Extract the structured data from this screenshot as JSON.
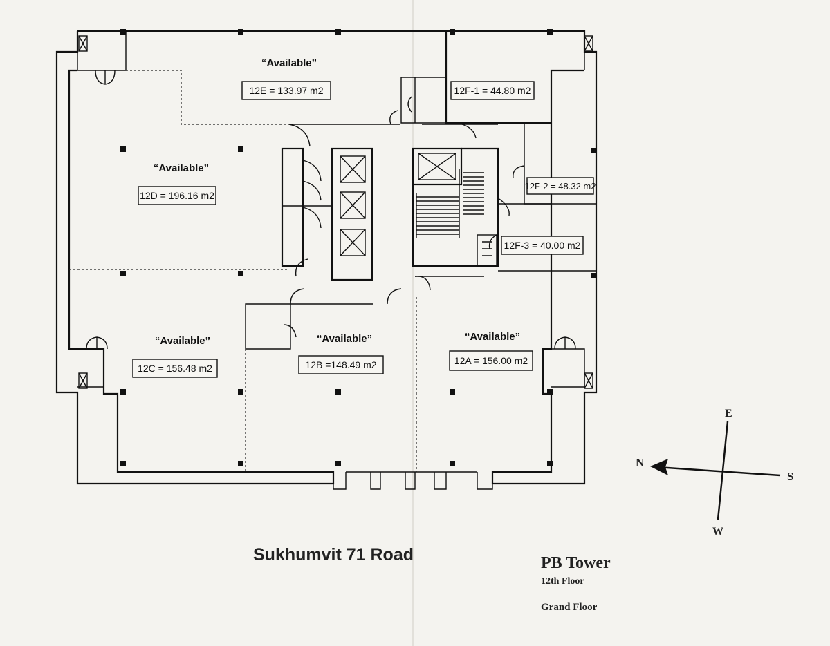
{
  "units": [
    {
      "id": "12E",
      "status": "“Available”",
      "area": "12E = 133.97 m2"
    },
    {
      "id": "12F-1",
      "status": "",
      "area": "12F-1 = 44.80 m2"
    },
    {
      "id": "12F-2",
      "status": "",
      "area": "12F-2 = 48.32 m2"
    },
    {
      "id": "12F-3",
      "status": "",
      "area": "12F-3 = 40.00 m2"
    },
    {
      "id": "12D",
      "status": "“Available”",
      "area": "12D = 196.16 m2"
    },
    {
      "id": "12C",
      "status": "“Available”",
      "area": "12C = 156.48 m2"
    },
    {
      "id": "12B",
      "status": "“Available”",
      "area": "12B =148.49 m2"
    },
    {
      "id": "12A",
      "status": "“Available”",
      "area": "12A = 156.00 m2"
    }
  ],
  "compass": {
    "north": "N",
    "south": "S",
    "east": "E",
    "west": "W"
  },
  "road": "Sukhumvit 71 Road",
  "building": {
    "name": "PB Tower",
    "floor": "12th Floor",
    "level": "Grand Floor"
  }
}
